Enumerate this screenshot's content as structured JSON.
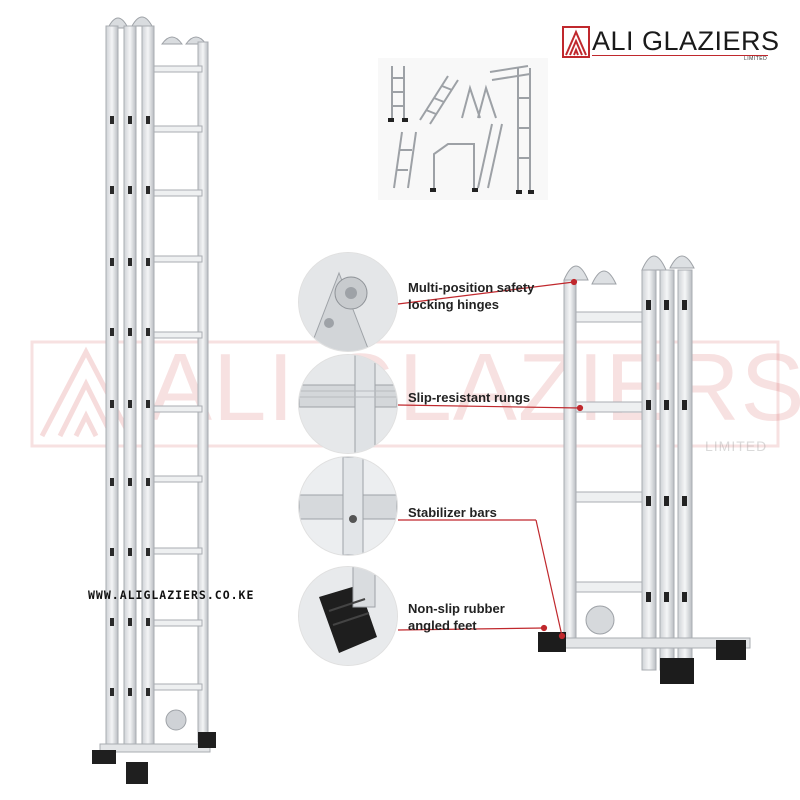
{
  "logo": {
    "name": "ALI GLAZIERS",
    "sub": "LIMITED",
    "brand_color": "#c0282d"
  },
  "watermark": {
    "text": "ALI GLAZIERS",
    "sub": "LIMITED"
  },
  "url": "WWW.ALIGLAZIERS.CO.KE",
  "features": [
    {
      "line1": "Multi-position safety",
      "line2": "locking hinges",
      "icon": "hinge-closeup"
    },
    {
      "line1": "Slip-resistant rungs",
      "line2": "",
      "icon": "rung-closeup"
    },
    {
      "line1": "Stabilizer bars",
      "line2": "",
      "icon": "stabilizer-closeup"
    },
    {
      "line1": "Non-slip rubber",
      "line2": "angled feet",
      "icon": "rubber-foot-closeup"
    }
  ],
  "colors": {
    "aluminium": "#e4e6e8",
    "edge": "#a9adb2",
    "dark": "#222222",
    "accent": "#c0282d"
  }
}
